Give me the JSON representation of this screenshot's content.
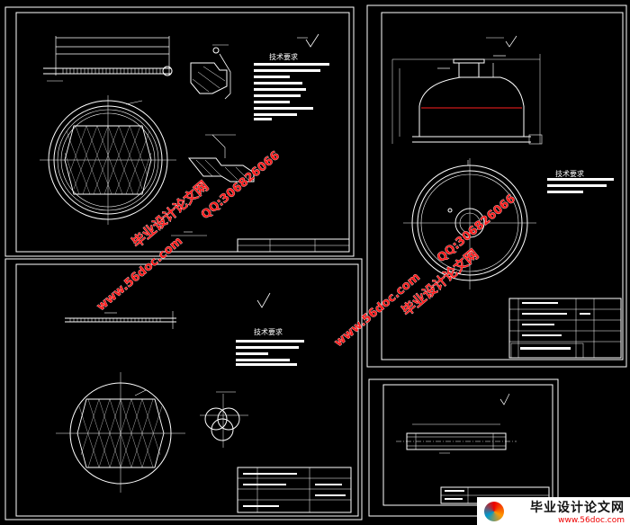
{
  "sheets": [
    {
      "id": "sheet-top-left",
      "tech_title": "技术要求"
    },
    {
      "id": "sheet-bottom-left",
      "tech_title": "技术要求"
    },
    {
      "id": "sheet-right",
      "tech_title": "技术要求"
    },
    {
      "id": "sheet-small",
      "tech_title": ""
    }
  ],
  "watermarks": [
    {
      "text": "毕业设计论文网"
    },
    {
      "text": "www.56doc.com"
    },
    {
      "text": "QQ:306826066"
    }
  ],
  "corner_logo": {
    "title": "毕业设计论文网",
    "url": "www.56doc.com"
  },
  "colors": {
    "background": "#000000",
    "lines": "#ffffff",
    "accent": "#ff2020",
    "watermark": "#ff1a1a"
  }
}
